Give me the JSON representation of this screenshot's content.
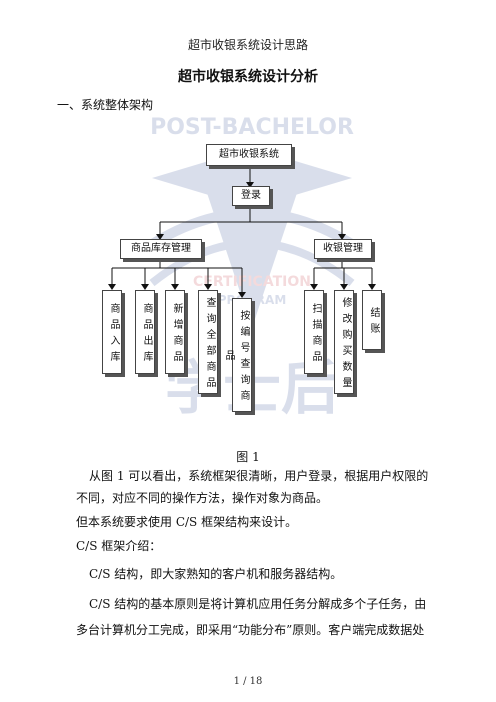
{
  "header": "超市收银系统设计思路",
  "doc_title": "超市收银系统设计分析",
  "section_heading": "一、系统整体架构",
  "watermark": {
    "line1": "POST-BACHELOR",
    "line2": "CERTIFICATION",
    "line3": "PROGRAM",
    "line4": "学士后"
  },
  "diagram": {
    "root": "超市收银系统",
    "login": "登录",
    "inventory": "商品库存管理",
    "cashier": "收银管理",
    "inv_children": [
      "商品入库",
      "商品出库",
      "新增商品",
      "查询全部商品",
      "按编号查询商品"
    ],
    "cash_children": [
      "扫描商品",
      "修改购买数量",
      "结账"
    ]
  },
  "figure_caption": "图 1",
  "paragraphs": {
    "p1_line1": "从图 1 可以看出，系统框架很清晰，用户登录，根据用户权限的",
    "p1_line2": "不同，对应不同的操作方法，操作对象为商品。",
    "p2": "但本系统要求使用 C/S 框架结构来设计。",
    "p3": "C/S 框架介绍：",
    "p4": "C/S 结构，即大家熟知的客户机和服务器结构。",
    "p5_line1": "C/S 结构的基本原则是将计算机应用任务分解成多个子任务，由",
    "p5_line2": "多台计算机分工完成，即采用“功能分布”原则。客户端完成数据处"
  },
  "page_number": "1 / 18"
}
